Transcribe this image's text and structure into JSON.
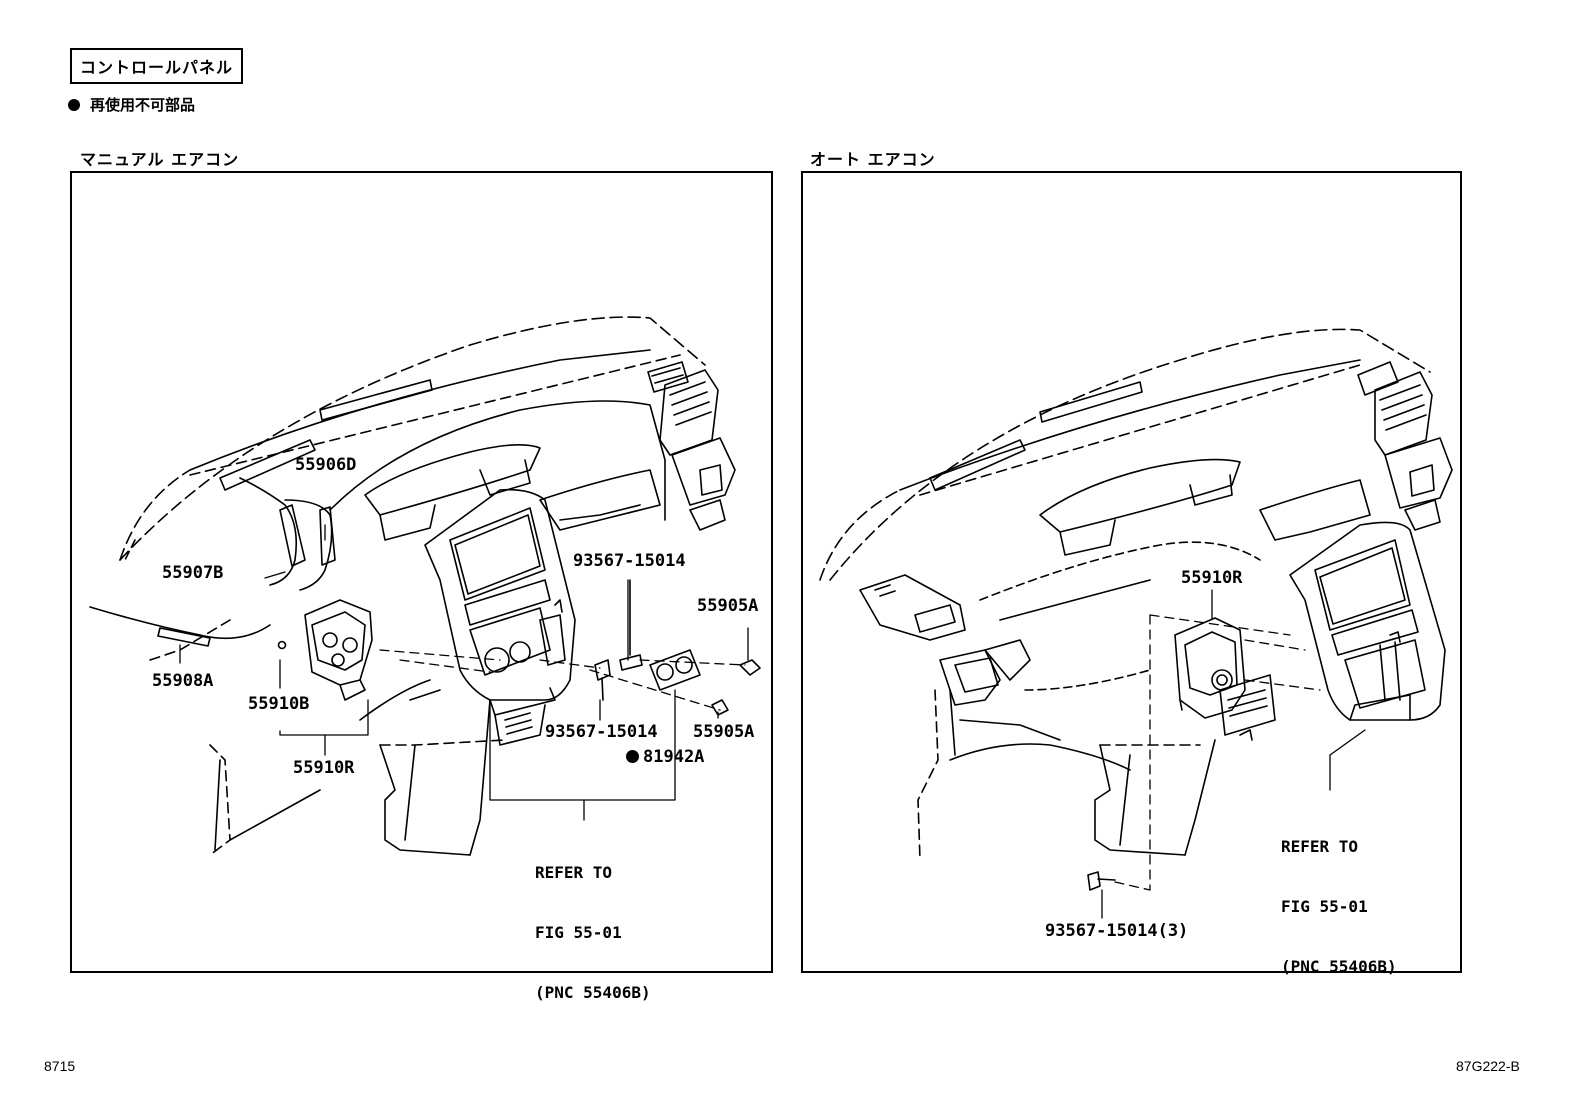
{
  "header": {
    "section_title": "コントロールパネル",
    "legend_text": "再使用不可部品"
  },
  "panels": {
    "left_title": "マニュアル エアコン",
    "right_title": "オート エアコン"
  },
  "left_labels": {
    "p55906D": "55906D",
    "p55907B": "55907B",
    "p55908A": "55908A",
    "p55910B": "55910B",
    "p55910R": "55910R",
    "p93567_top": "93567-15014",
    "p93567_bottom": "93567-15014",
    "p55905A_top": "55905A",
    "p55905A_bottom": "55905A",
    "p81942A": "81942A",
    "refer": [
      "REFER TO",
      "FIG 55-01",
      "(PNC 55406B)"
    ]
  },
  "right_labels": {
    "p55910R": "55910R",
    "p93567": "93567-15014(3)",
    "refer": [
      "REFER TO",
      "FIG 55-01",
      "(PNC 55406B)"
    ]
  },
  "footer": {
    "left_code": "8715",
    "right_code": "87G222-B"
  }
}
